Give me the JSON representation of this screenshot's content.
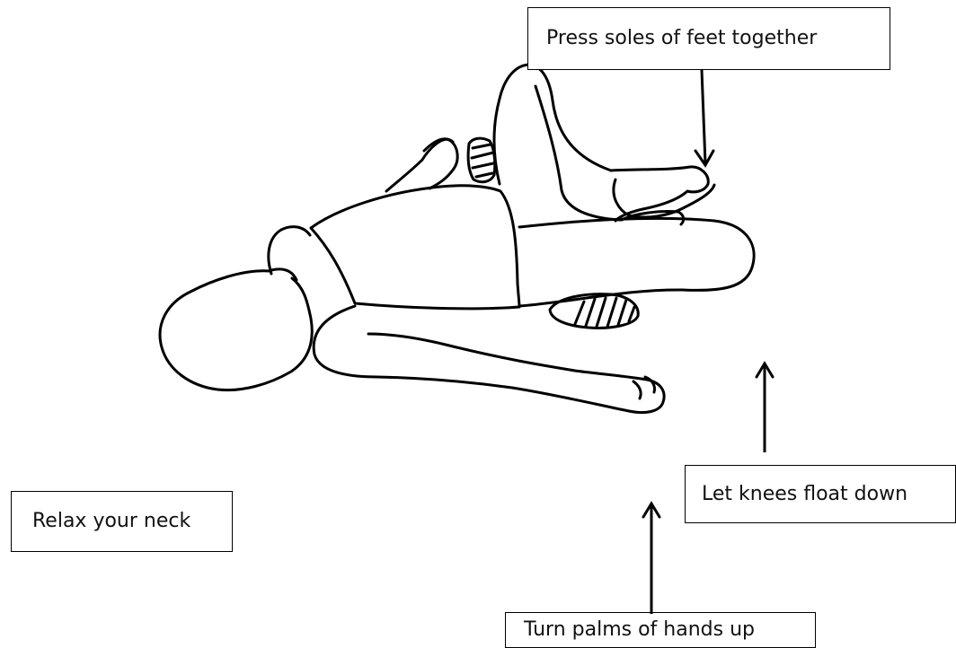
{
  "callouts": {
    "soles": "Press soles of feet together",
    "knees": "Let knees float down",
    "neck": "Relax your neck",
    "palms": "Turn palms of hands up"
  }
}
